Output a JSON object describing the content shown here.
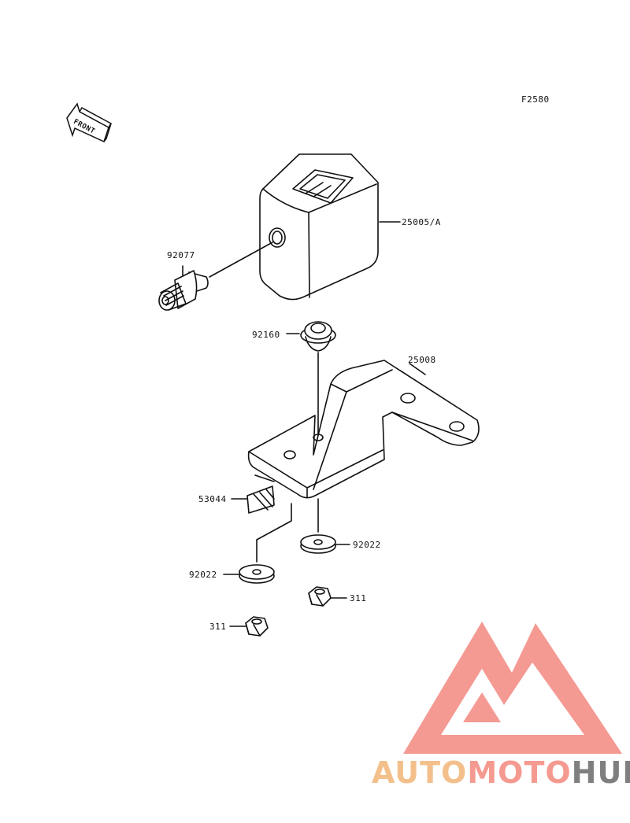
{
  "diagram": {
    "figure_code": "F2580",
    "front_arrow_label": "FRONT",
    "parts": {
      "meter": "25005/A",
      "gear": "92077",
      "grommet": "92160",
      "bracket": "25008",
      "stopper": "53044",
      "washer_right": "92022",
      "washer_left": "92022",
      "nut_right": "311",
      "nut_left": "311"
    }
  },
  "watermark": {
    "part1": "AUTO",
    "part2": "MOTO",
    "part3": "HUB",
    "colors": {
      "auto": "#f3c08c",
      "moto": "#f59a90",
      "hub": "#7f7f7f",
      "logo": "#f49a93"
    }
  },
  "colors": {
    "line": "#111111",
    "background": "#ffffff"
  }
}
